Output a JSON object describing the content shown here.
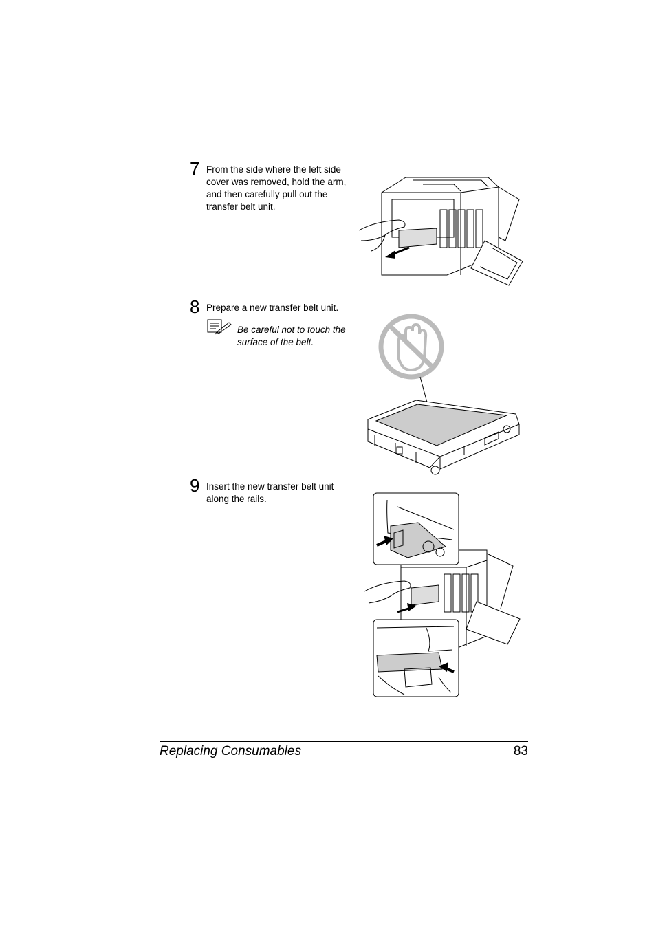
{
  "steps": [
    {
      "number": "7",
      "text": "From the side where the left side cover was removed, hold the arm, and then carefully pull out the transfer belt unit."
    },
    {
      "number": "8",
      "text": "Prepare a new transfer belt unit.",
      "note": "Be careful not to touch the surface of the belt."
    },
    {
      "number": "9",
      "text": "Insert the new transfer belt unit along the rails."
    }
  ],
  "footer": {
    "title": "Replacing Consumables",
    "page": "83"
  }
}
